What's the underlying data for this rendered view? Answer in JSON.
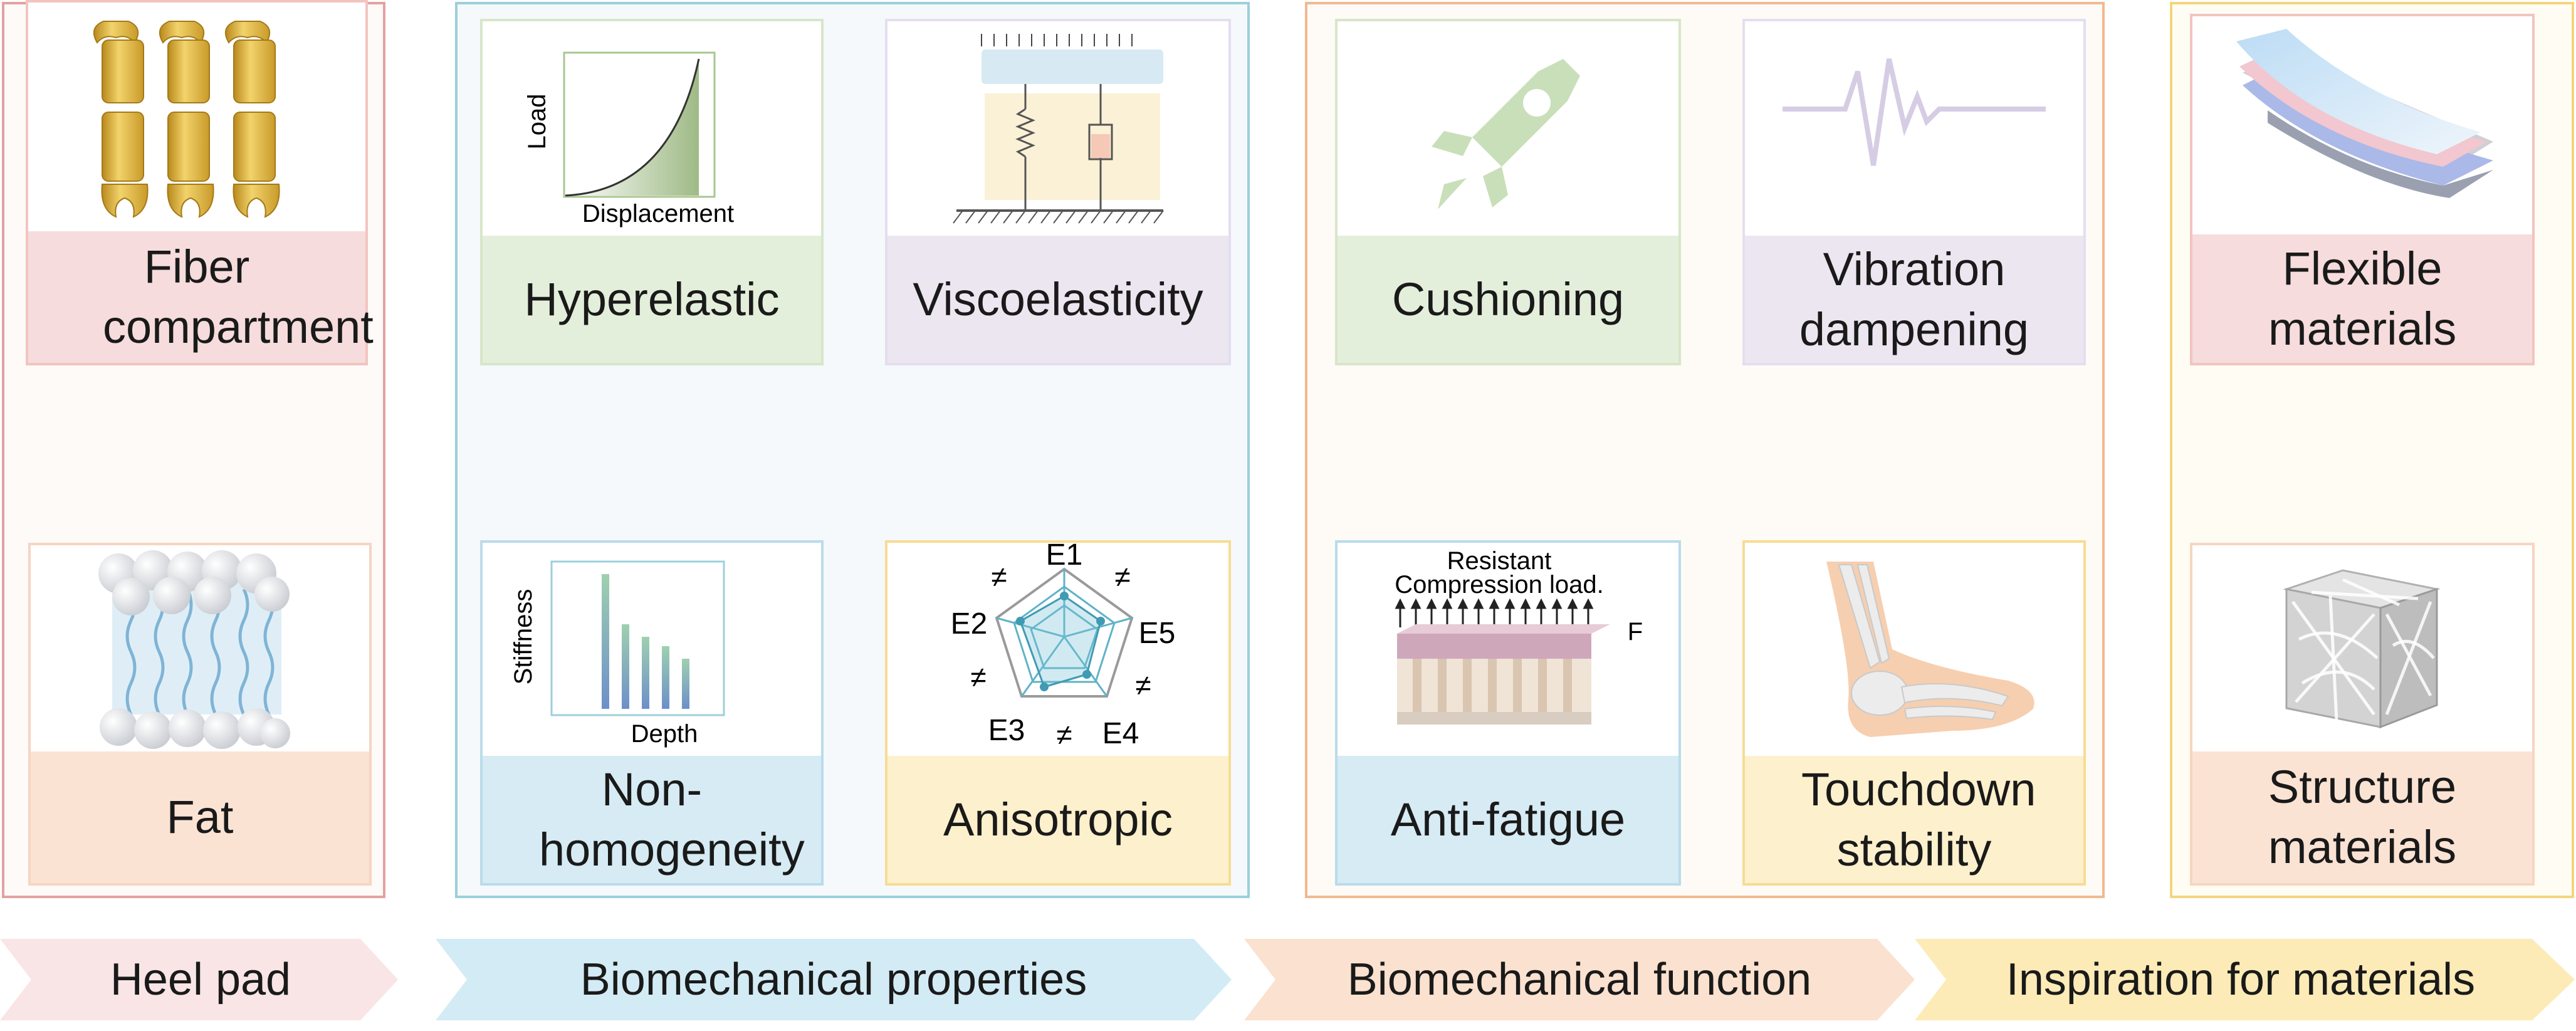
{
  "heel_pad": {
    "fiber_title": "Fiber compartment",
    "fat_title": "Fat"
  },
  "properties": {
    "hyperelastic": {
      "title": "Hyperelastic",
      "ylabel": "Load",
      "xlabel": "Displacement"
    },
    "viscoelasticity": {
      "title": "Viscoelasticity"
    },
    "nonhomogeneity": {
      "title": "Non-homogeneity",
      "ylabel": "Stiffness",
      "xlabel": "Depth"
    },
    "anisotropic": {
      "title": "Anisotropic",
      "e1": "E1",
      "e2": "E2",
      "e3": "E3",
      "e4": "E4",
      "e5": "E5",
      "neq": "≠"
    }
  },
  "function": {
    "cushioning": {
      "title": "Cushioning"
    },
    "vibration": {
      "title": "Vibration dampening"
    },
    "antifatigue": {
      "title": "Anti-fatigue",
      "caption_line1": "Resistant",
      "caption_line2": "Compression load.",
      "force": "F"
    },
    "touchdown": {
      "title": "Touchdown stability"
    }
  },
  "materials": {
    "flexible": {
      "title": "Flexible materials"
    },
    "structure": {
      "title": "Structure materials"
    }
  },
  "flow": [
    "Heel pad",
    "Biomechanical properties",
    "Biomechanical function",
    "Inspiration for materials"
  ],
  "colors": {
    "red_border": "#e3a1a1",
    "blue_border": "#9ccfdc",
    "orange_border": "#f2b98f",
    "yellow_border": "#f3d67c",
    "green_label": "#e4efdb",
    "purple_label": "#ece6f1",
    "blue_label": "#d6ebf3",
    "yellow_label": "#fdf0cc",
    "pink_label": "#f6dcdc",
    "peach_label": "#fbe3d4"
  }
}
